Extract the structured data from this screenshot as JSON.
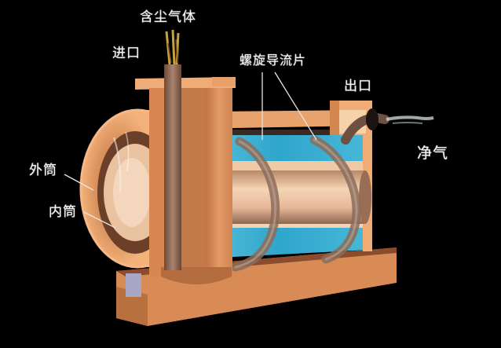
{
  "diagram": {
    "subject": "spiral-guide cyclone dust collector (cutaway view)",
    "labels": {
      "dusty_gas": "含尘气体",
      "inlet": "进口",
      "spiral_guide_vane": "螺旋导流片",
      "outlet": "出口",
      "clean_gas": "净气",
      "outer_cylinder": "外筒",
      "inner_cylinder": "内筒"
    },
    "colors": {
      "background": "#000000",
      "body": "#d98e5a",
      "body_light": "#f0b07a",
      "body_dark": "#a8623a",
      "inner_cylinder": "#e8c4a4",
      "water_flow": "#3ab0d0",
      "pipe": "#8a6a55",
      "label_text": "#f2f2f2",
      "leader_line": "#e6e6e6"
    }
  }
}
